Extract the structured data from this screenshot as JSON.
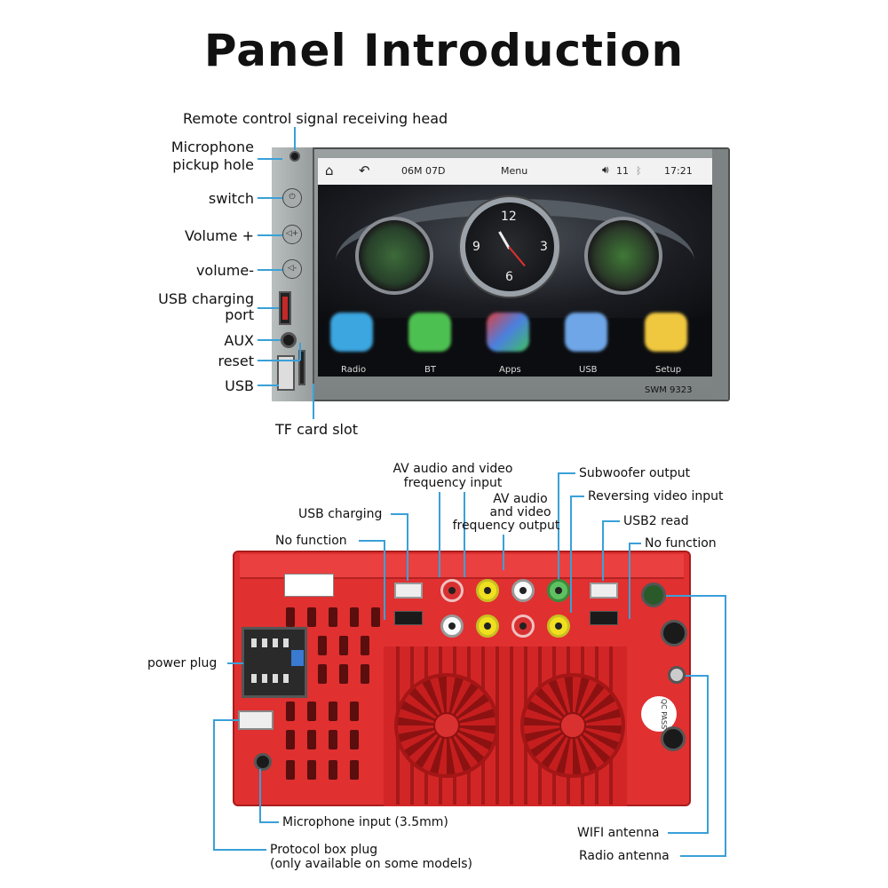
{
  "title": "Panel Introduction",
  "front_panel": {
    "labels": {
      "remote": "Remote control signal receiving head",
      "mic_line1": "Microphone",
      "mic_line2": "pickup hole",
      "switch": "switch",
      "vol_up": "Volume +",
      "vol_down": "volume-",
      "usb_charge_line1": "USB charging",
      "usb_charge_line2": "port",
      "aux": "AUX",
      "reset": "reset",
      "usb": "USB",
      "tf": "TF card slot"
    },
    "screen": {
      "date": "06M 07D",
      "menu": "Menu",
      "volume": "11",
      "time": "17:21",
      "clock_numbers": [
        "12",
        "3",
        "6",
        "9"
      ],
      "apps": [
        "Radio",
        "BT",
        "Apps",
        "USB",
        "Setup"
      ],
      "model": "SWM 9323"
    }
  },
  "rear_panel": {
    "labels": {
      "av_in_line1": "AV audio and video",
      "av_in_line2": "frequency input",
      "subwoofer": "Subwoofer output",
      "av_out_line1": "AV audio",
      "av_out_line2": "and video",
      "av_out_line3": "frequency output",
      "reversing": "Reversing video input",
      "usb_charging": "USB charging",
      "usb2": "USB2 read",
      "no_function_left": "No function",
      "no_function_right": "No function",
      "power_plug": "power plug",
      "mic_input": "Microphone input (3.5mm)",
      "protocol_line1": "Protocol box plug",
      "protocol_line2": "(only available on some models)",
      "wifi": "WIFI antenna",
      "radio": "Radio antenna"
    }
  },
  "colors": {
    "leader_line": "#3aa0d8",
    "rear_body": "#e03030"
  }
}
